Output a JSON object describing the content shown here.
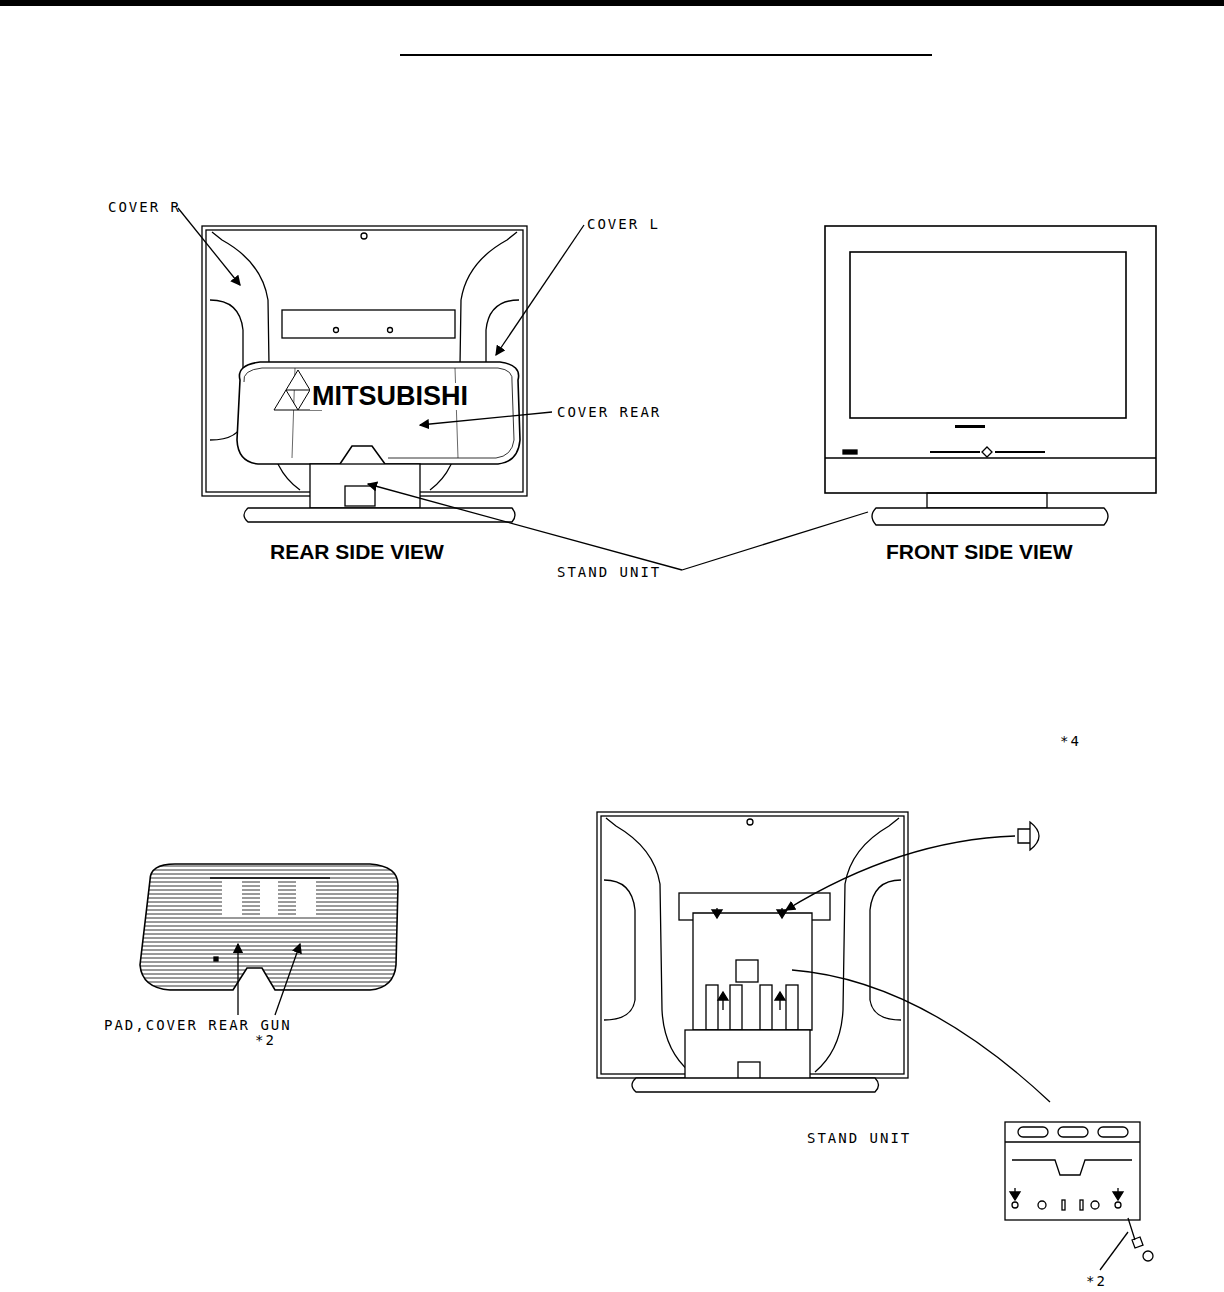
{
  "diagram": {
    "labels": [
      "COVER R",
      "COVER L",
      "MITSUBISHI",
      "COVER REAR",
      "REAR SIDE VIEW",
      "STAND UNIT",
      "FRONT SIDE VIEW",
      "PAD,COVER REAR GUN",
      "*2",
      "*4",
      "STAND UNIT",
      "*2"
    ]
  }
}
